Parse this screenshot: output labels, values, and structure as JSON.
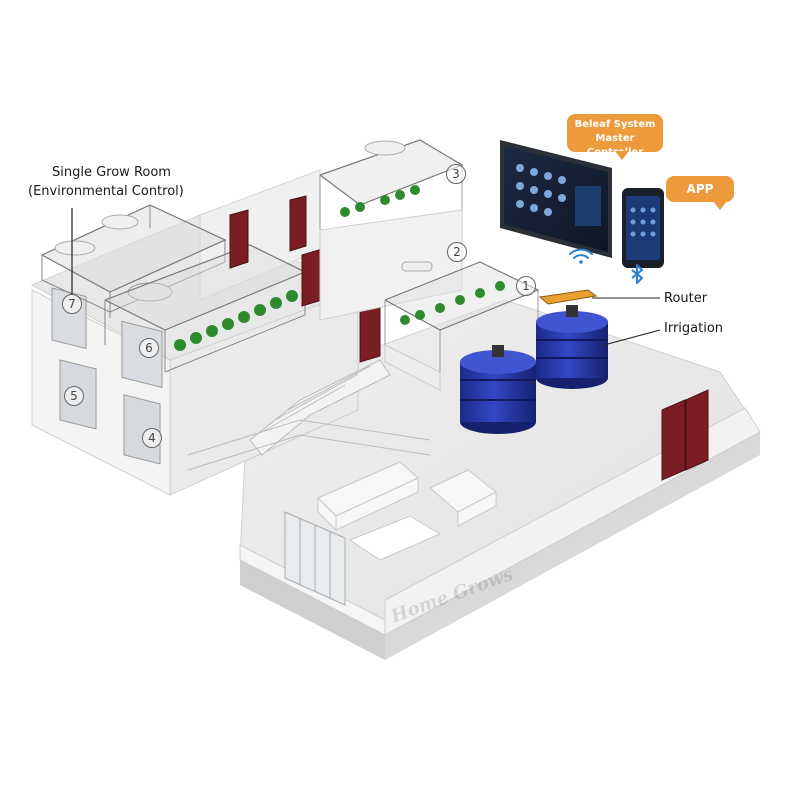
{
  "labels": {
    "single_grow_room_line1": "Single Grow Room",
    "single_grow_room_line2": "(Environmental Control)",
    "router": "Router",
    "irrigation": "Irrigation"
  },
  "callouts": {
    "master_controller_line1": "Beleaf System",
    "master_controller_line2": "Master Controller",
    "app": "APP"
  },
  "room_numbers": [
    "1",
    "2",
    "3",
    "4",
    "5",
    "6",
    "7"
  ],
  "watermark": "Home Grows",
  "icons": [
    "wifi-icon",
    "bluetooth-icon",
    "router-icon",
    "water-tank-icon",
    "plant-icon",
    "sofa-icon",
    "door-icon"
  ],
  "colors": {
    "callout": "#ec9a3c",
    "tank": "#2a3ba8",
    "door": "#7a1e24",
    "plant": "#2e8a2e",
    "wifi": "#2a7fd4"
  }
}
